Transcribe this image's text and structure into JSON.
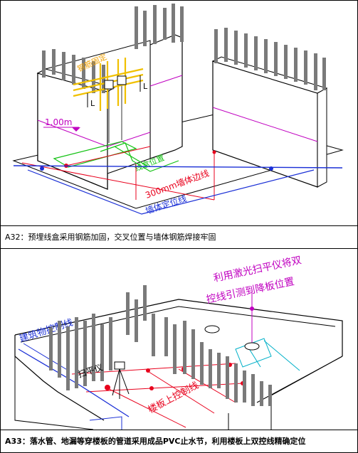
{
  "figure1": {
    "labels": {
      "rebar_fix": "钢筋固定",
      "height": "1.00m",
      "dim_L": "L",
      "box_center": "线盒位置",
      "wall_line": "300mm墙体边线",
      "wall_pos": "墙体定位线"
    },
    "caption": "A32：预埋线盒采用钢筋加固，交叉位置与墙体钢筋焊接牢固"
  },
  "figure2": {
    "labels": {
      "callout": "利用激光扫平仪将双控线引测到降板位置",
      "building_line": "建筑物控制线",
      "laser": "扫平仪",
      "slab_line": "楼板上控制线"
    },
    "caption": "A33：落水管、地漏等穿楼板的管道采用成品PVC止水节，利用楼板上双控线精确定位"
  },
  "colors": {
    "rebar": "#7a7a7a",
    "red": "#e8001c",
    "magenta": "#c000c0",
    "blue": "#1a2fd6",
    "green": "#12c212",
    "cyan": "#00b0c8",
    "yellow": "#f0c000"
  }
}
